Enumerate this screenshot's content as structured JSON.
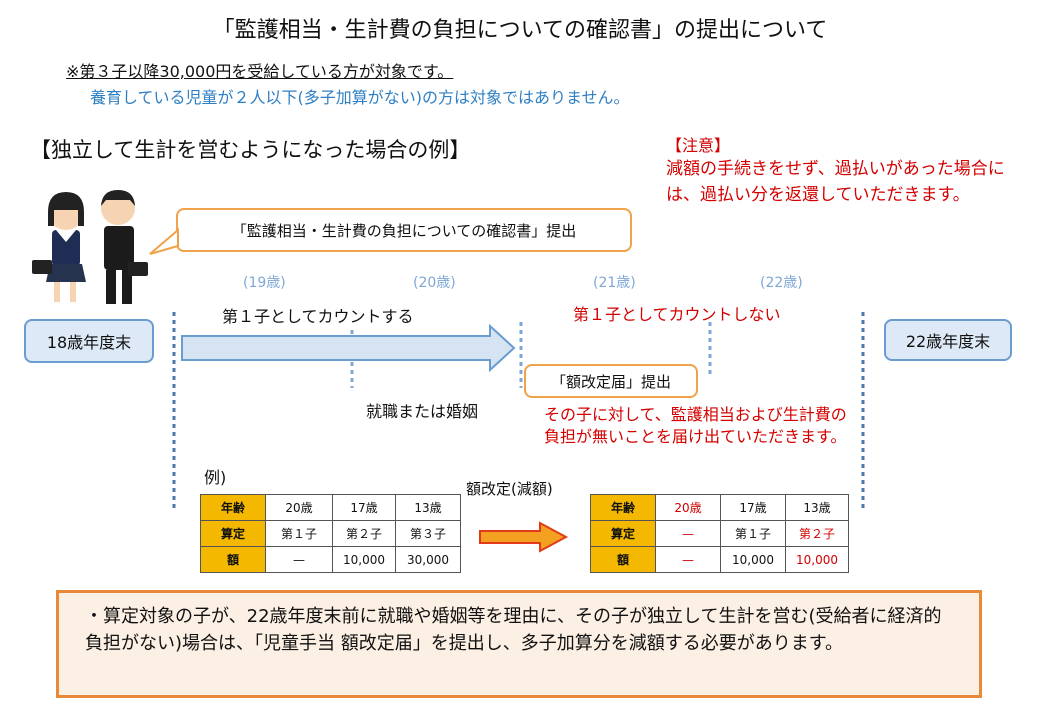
{
  "title": "「監護相当・生計費の負担についての確認書」の提出について",
  "notes": {
    "line1": "※第３子以降30,000円を受給している方が対象です。",
    "line2": "養育している児童が２人以下(多子加算がない)の方は対象ではありません。"
  },
  "section_title": "【独立して生計を営むようになった場合の例】",
  "caution": {
    "heading": "【注意】",
    "body": "減額の手続きをせず、過払いがあった場合には、過払い分を返還していただきます。"
  },
  "callout_confirm": "「監護相当・生計費の負担についての確認書」提出",
  "callout_notify": "「額改定届」提出",
  "boxes": {
    "left": "18歳年度末",
    "right": "22歳年度末"
  },
  "ages": [
    "(19歳)",
    "(20歳)",
    "(21歳)",
    "(22歳)"
  ],
  "counts": {
    "first": "第１子としてカウントする",
    "not_first": "第１子としてカウントしない"
  },
  "event_label": "就職または婚姻",
  "notify_text": "その子に対して、監護相当および生計費の負担が無いことを届け出ていただきます。",
  "example_label": "例)",
  "revision_label": "額改定(減額)",
  "table_before": {
    "rows": [
      [
        "年齢",
        "20歳",
        "17歳",
        "13歳"
      ],
      [
        "算定",
        "第１子",
        "第２子",
        "第３子"
      ],
      [
        "額",
        "—",
        "10,000",
        "30,000"
      ]
    ]
  },
  "table_after": {
    "rows": [
      [
        "年齢",
        "20歳",
        "17歳",
        "13歳"
      ],
      [
        "算定",
        "—",
        "第１子",
        "第２子"
      ],
      [
        "額",
        "—",
        "10,000",
        "10,000"
      ]
    ]
  },
  "summary": "・算定対象の子が、22歳年度末前に就職や婚姻等を理由に、その子が独立して生計を営む(受給者に経済的負担がない)場合は、「児童手当 額改定届」を提出し、多子加算分を減額する必要があります。",
  "colors": {
    "red": "#d40000",
    "blue": "#6a9cd0",
    "orange": "#f0a24a",
    "yellow": "#f5b800"
  }
}
